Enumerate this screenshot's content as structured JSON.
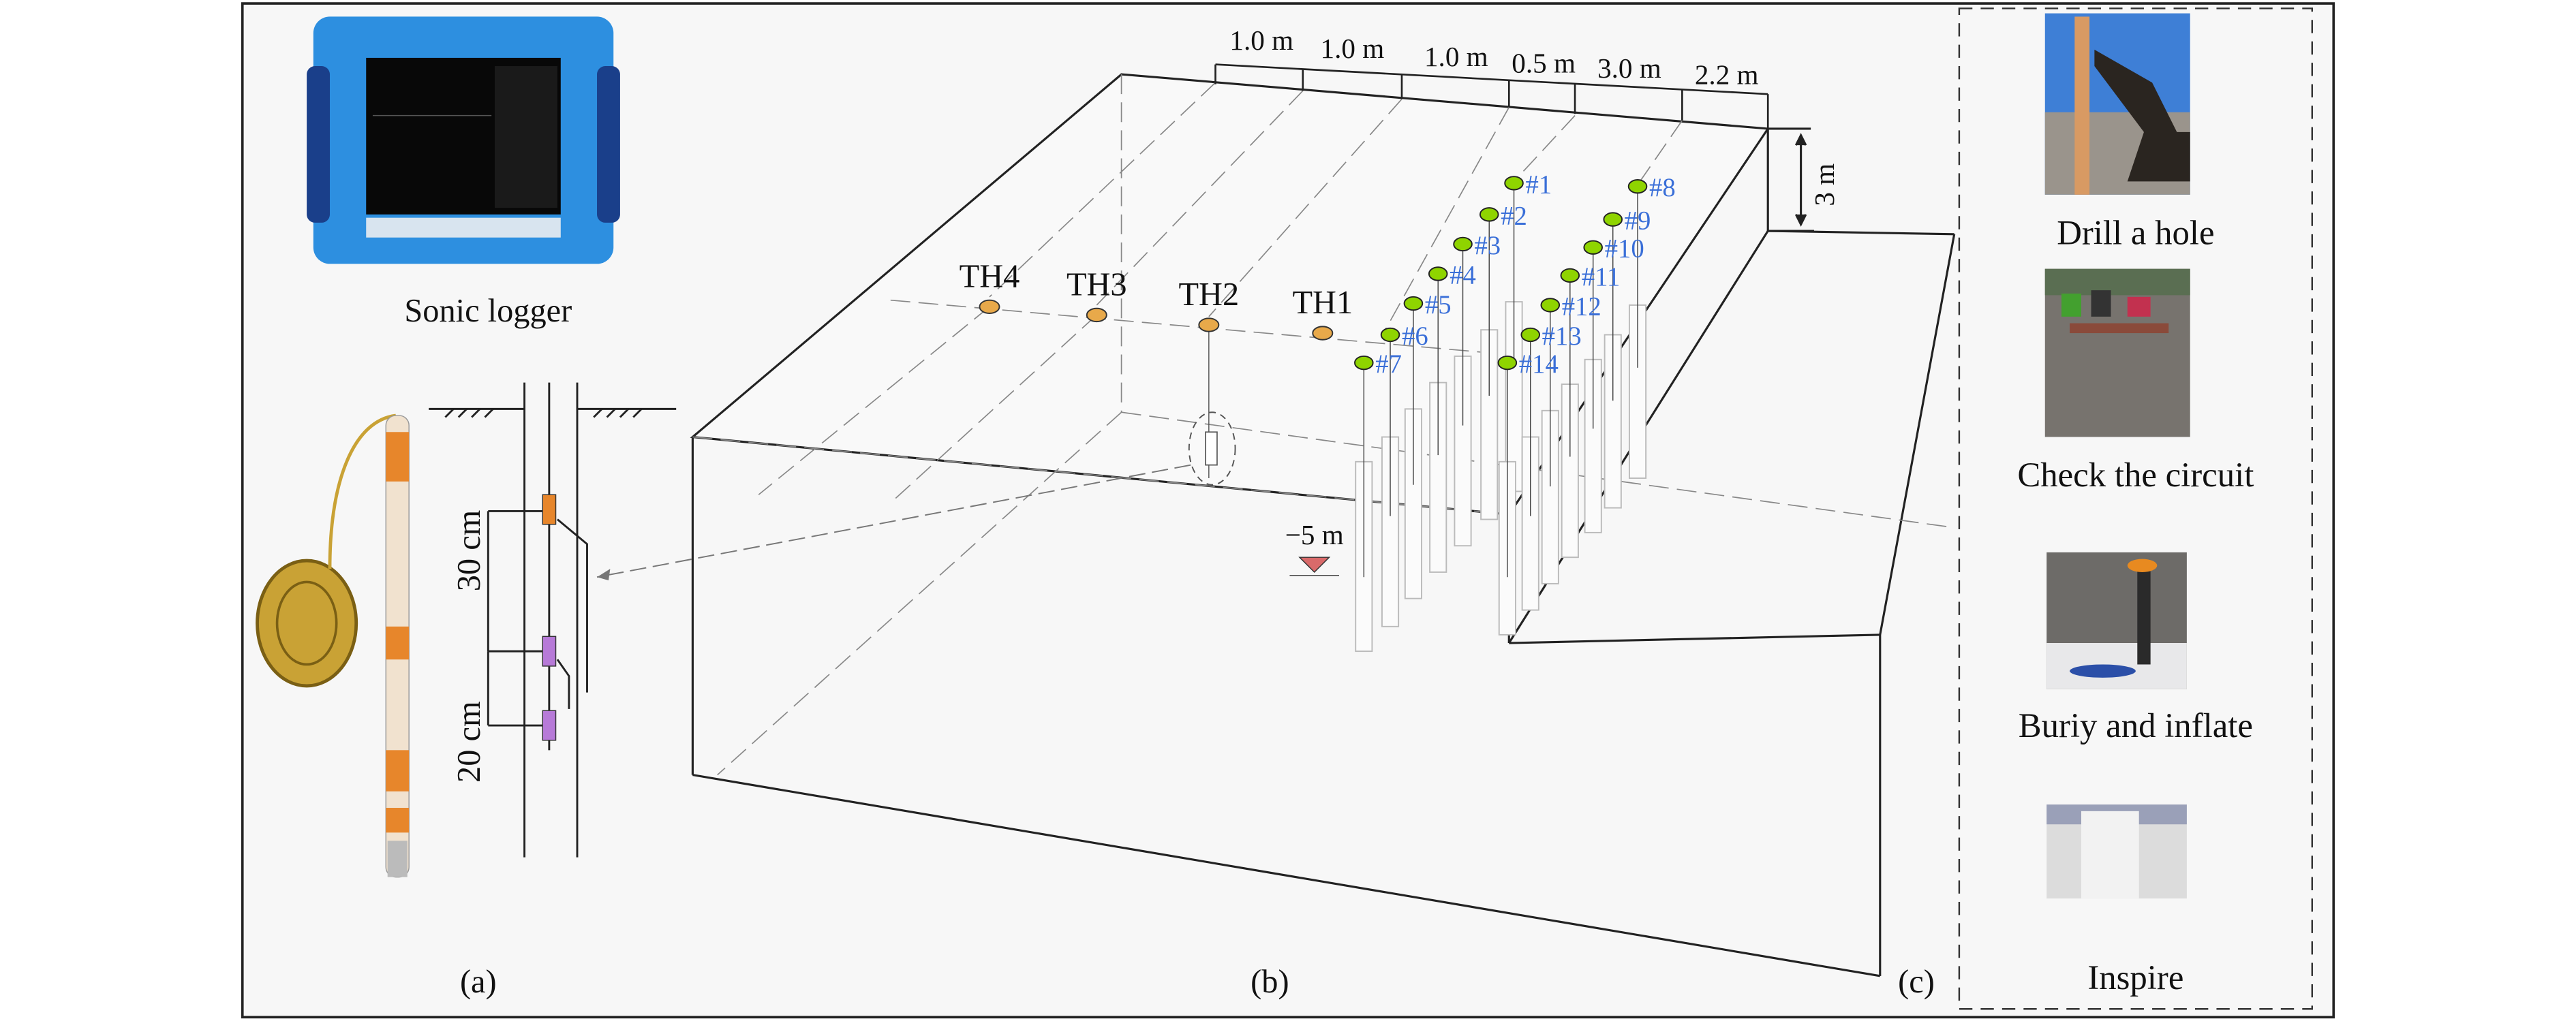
{
  "panel_a": {
    "device_label": "Sonic logger",
    "dim_upper": "30 cm",
    "dim_lower": "20 cm",
    "caption": "(a)"
  },
  "panel_b": {
    "caption": "(b)",
    "spacings": [
      "1.0 m",
      "1.0 m",
      "1.0 m",
      "0.5 m",
      "3.0 m",
      "2.2 m"
    ],
    "step_height": "3 m",
    "water_level": "−5 m",
    "test_holes": [
      "TH4",
      "TH3",
      "TH2",
      "TH1"
    ],
    "sensors": [
      "#1",
      "#2",
      "#3",
      "#4",
      "#5",
      "#6",
      "#7",
      "#8",
      "#9",
      "#10",
      "#11",
      "#12",
      "#13",
      "#14"
    ],
    "colors": {
      "sensor": "#8fd400",
      "test_hole": "#e8a94a",
      "sensor_label": "#3a6fd8"
    }
  },
  "panel_c": {
    "caption": "(c)",
    "steps": [
      "Drill a hole",
      "Check the circuit",
      "Buriy and inflate",
      "Inspire"
    ]
  }
}
